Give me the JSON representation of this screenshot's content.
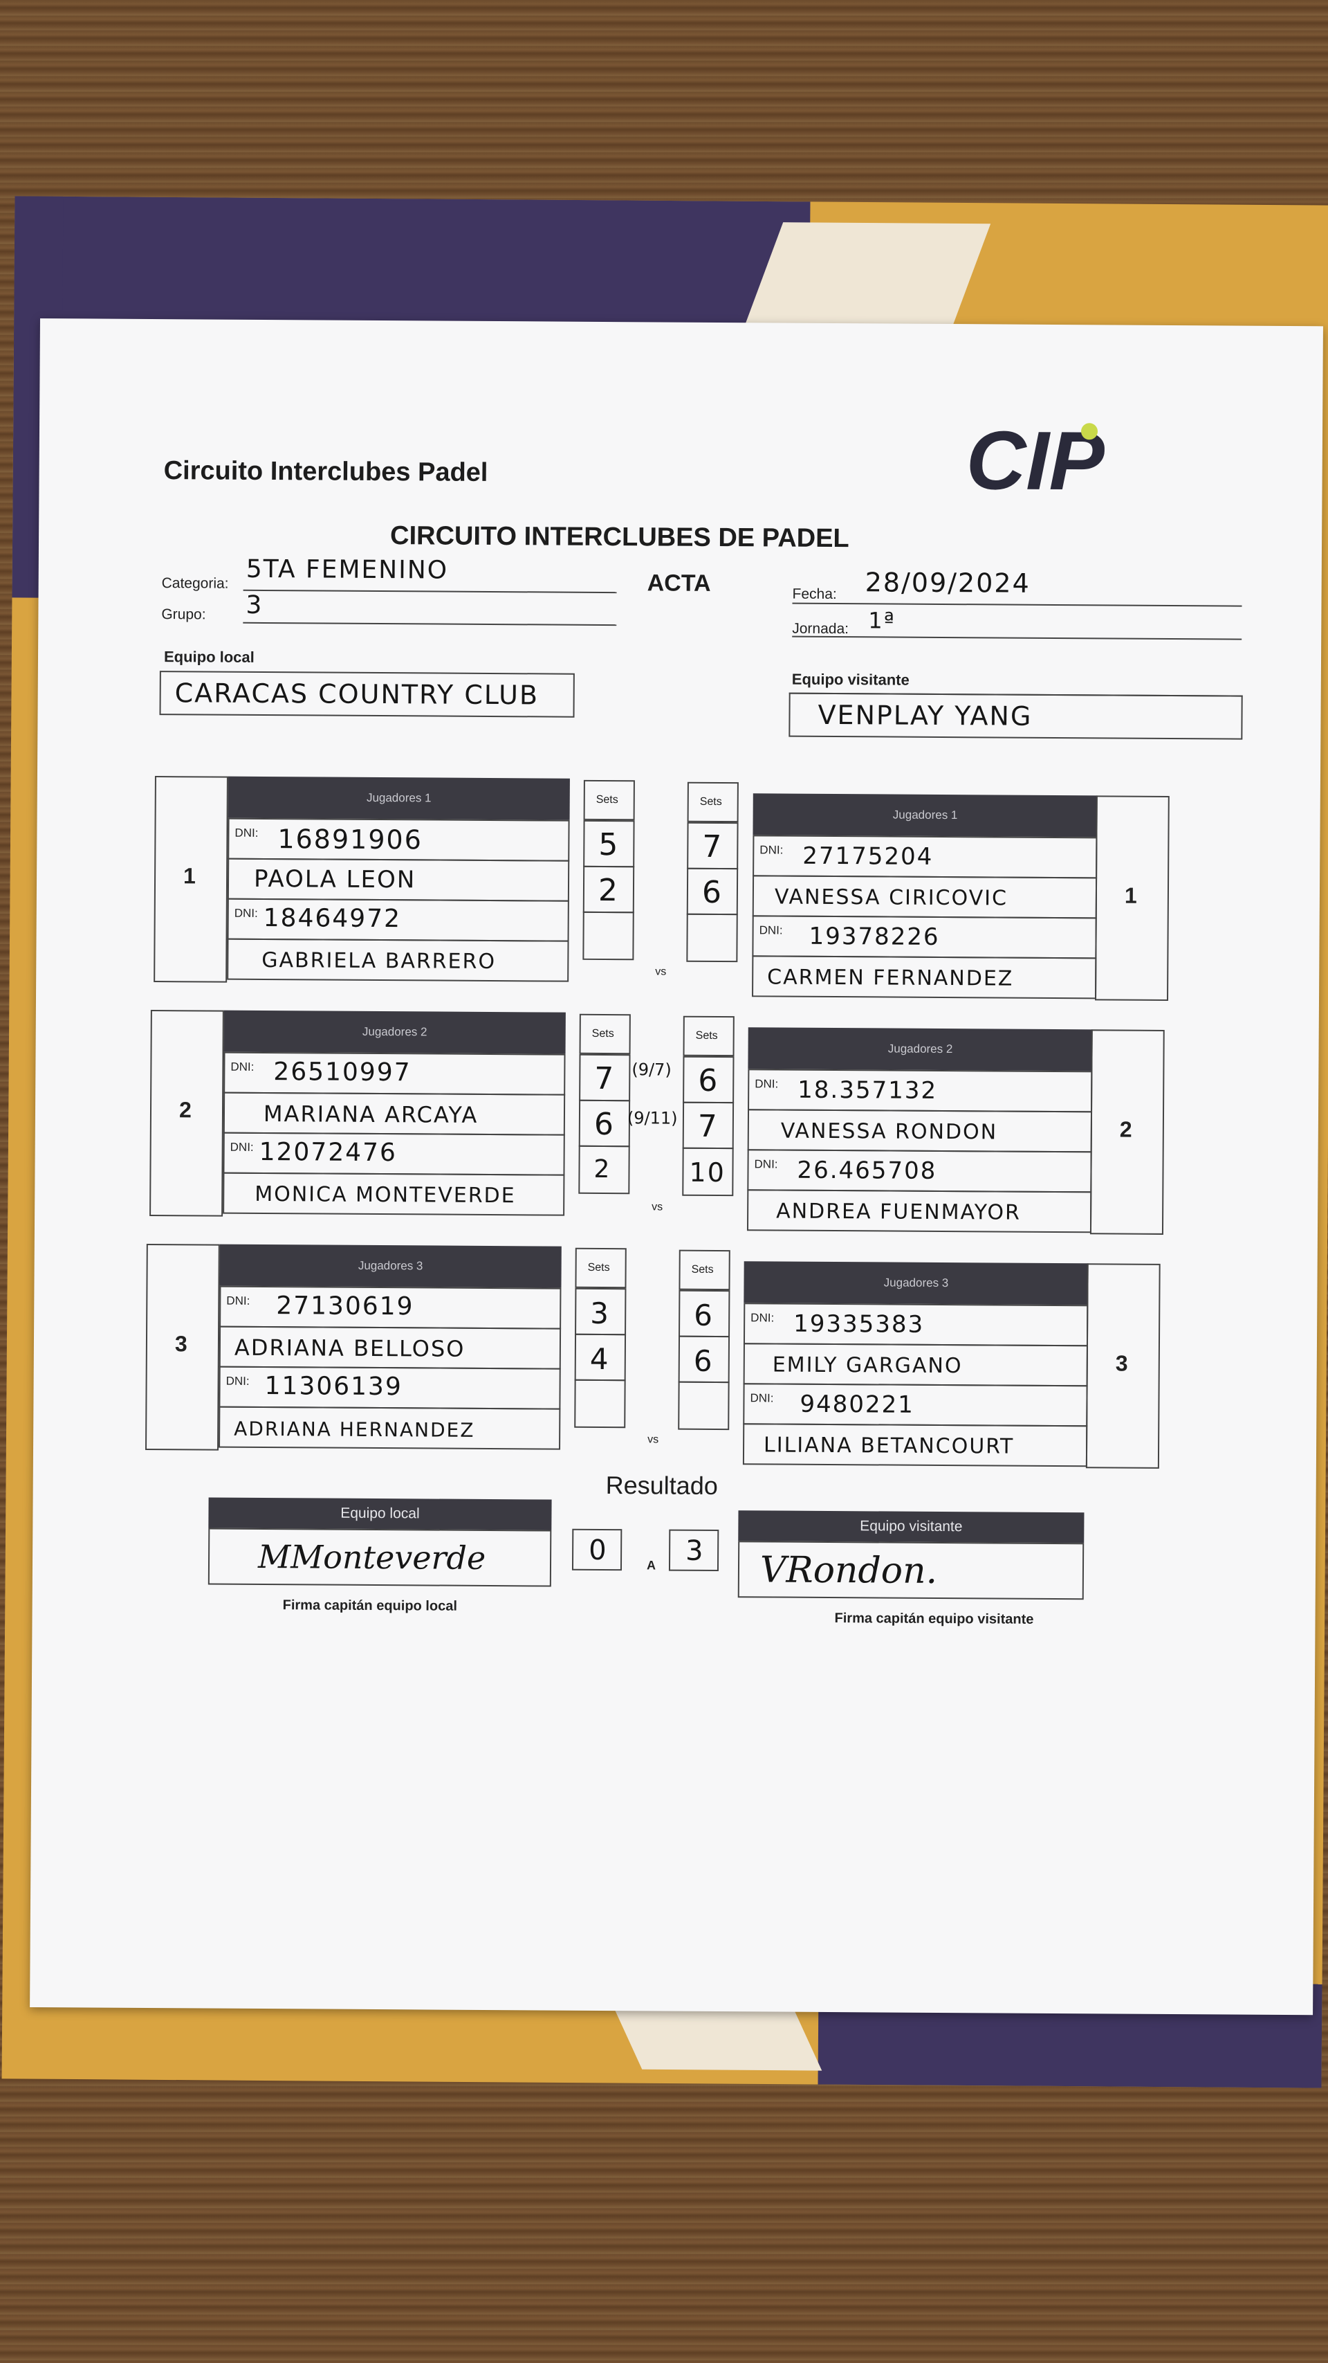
{
  "header": {
    "org_title": "Circuito Interclubes Padel",
    "doc_title": "CIRCUITO INTERCLUBES DE PADEL",
    "doc_type": "ACTA",
    "logo_text": "CIP"
  },
  "info": {
    "categoria_label": "Categoria:",
    "categoria_value": "5TA FEMENINO",
    "grupo_label": "Grupo:",
    "grupo_value": "3",
    "fecha_label": "Fecha:",
    "fecha_value": "28/09/2024",
    "jornada_label": "Jornada:",
    "jornada_value": "1ª",
    "equipo_local_label": "Equipo local",
    "equipo_local_value": "CARACAS COUNTRY CLUB",
    "equipo_visitante_label": "Equipo visitante",
    "equipo_visitante_value": "VENPLAY YANG"
  },
  "labels": {
    "dni": "DNI:",
    "sets": "Sets",
    "vs": "vs"
  },
  "matches": [
    {
      "number": "1",
      "header": "Jugadores 1",
      "local": {
        "dni1": "16891906",
        "name1": "PAOLA LEON",
        "dni2": "18464972",
        "name2": "GABRIELA BARRERO"
      },
      "local_sets": [
        "5",
        "2",
        ""
      ],
      "visit_sets": [
        "7",
        "6",
        ""
      ],
      "tiebreaks": [
        "",
        ""
      ],
      "visit": {
        "dni1": "27175204",
        "name1": "VANESSA CIRICOVIC",
        "dni2": "19378226",
        "name2": "CARMEN FERNANDEZ"
      }
    },
    {
      "number": "2",
      "header": "Jugadores 2",
      "local": {
        "dni1": "26510997",
        "name1": "MARIANA ARCAYA",
        "dni2": "12072476",
        "name2": "MONICA MONTEVERDE"
      },
      "local_sets": [
        "7",
        "6",
        "2"
      ],
      "visit_sets": [
        "6",
        "7",
        "10"
      ],
      "tiebreaks": [
        "(9/7)",
        "(9/11)"
      ],
      "visit": {
        "dni1": "18.357132",
        "name1": "VANESSA RONDON",
        "dni2": "26.465708",
        "name2": "ANDREA FUENMAYOR"
      }
    },
    {
      "number": "3",
      "header": "Jugadores 3",
      "local": {
        "dni1": "27130619",
        "name1": "ADRIANA BELLOSO",
        "dni2": "11306139",
        "name2": "ADRIANA HERNANDEZ"
      },
      "local_sets": [
        "3",
        "4",
        ""
      ],
      "visit_sets": [
        "6",
        "6",
        ""
      ],
      "tiebreaks": [
        "",
        ""
      ],
      "visit": {
        "dni1": "19335383",
        "name1": "EMILY GARGANO",
        "dni2": "9480221",
        "name2": "LILIANA BETANCOURT"
      }
    }
  ],
  "result": {
    "title": "Resultado",
    "local_header": "Equipo local",
    "visit_header": "Equipo visitante",
    "local_score": "0",
    "separator": "A",
    "visit_score": "3",
    "local_caption": "Firma capitán equipo local",
    "visit_caption": "Firma capitán equipo visitante",
    "local_signature": "MMonteverde",
    "visit_signature": "VRondon."
  },
  "colors": {
    "header_bar": "#3b3a42",
    "paper": "#f7f7f8",
    "folder_gold": "#d9a441",
    "folder_purple": "#3f3560"
  }
}
